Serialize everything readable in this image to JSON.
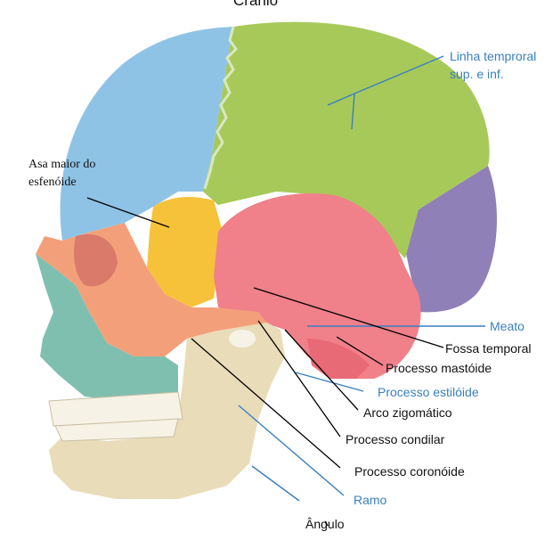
{
  "title_partial": "Crânio",
  "labels": {
    "linha_temporal_1": "Linha temproral",
    "linha_temporal_2": "sup. e inf.",
    "asa_maior_1": "Asa maior do",
    "asa_maior_2": "esfenóide",
    "meato": "Meato",
    "fossa_temporal": "Fossa temporal",
    "processo_mastoide": "Processo mastóide",
    "processo_estiloide": "Processo estilóide",
    "arco_zigomatico": "Arco zigomático",
    "processo_condilar": "Processo condilar",
    "processo_coronoide": "Processo coronóide",
    "ramo": "Ramo",
    "angulo": "Ângulo"
  },
  "colors": {
    "parietal": "#a7c95a",
    "frontal": "#8fc3e6",
    "temporal": "#f0808a",
    "sphenoid": "#f5c23a",
    "occipital": "#9080b8",
    "maxilla": "#f3a07a",
    "nasal_face": "#7fbfb0",
    "mandible": "#e9dcb8",
    "teeth": "#f6f2e6",
    "leader_blue": "#3a7fc1",
    "leader_black": "#000000"
  }
}
